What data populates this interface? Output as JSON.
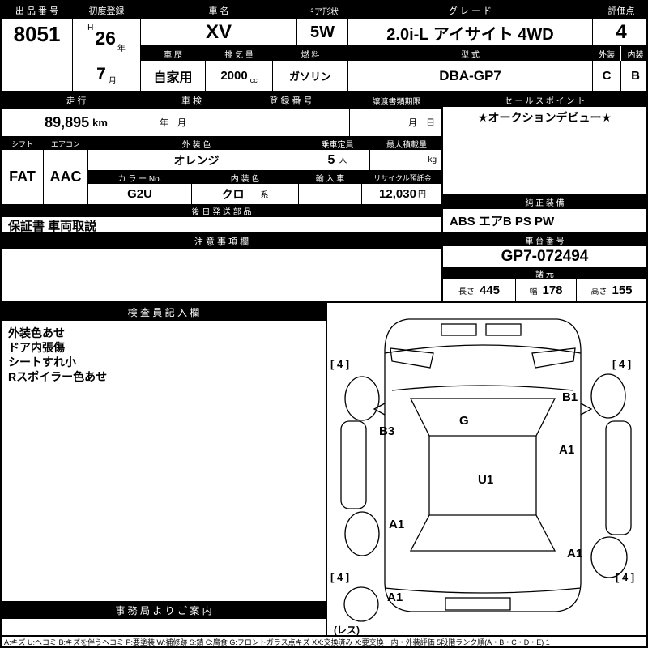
{
  "colors": {
    "header_bg": "#000000",
    "header_fg": "#ffffff",
    "line": "#000000",
    "paper": "#ffffff"
  },
  "top": {
    "lot_label": "出 品 番 号",
    "lot_value": "8051",
    "first_reg_label": "初度登録",
    "era": "H",
    "year": "26",
    "year_unit": "年",
    "month": "7",
    "month_unit": "月",
    "car_name_label": "車 名",
    "car_name": "XV",
    "door_label": "ドア形状",
    "door_value": "5W",
    "grade_label": "グ レ ー ド",
    "grade_value": "2.0i-L アイサイト 4WD",
    "score_label": "評価点",
    "score_value": "4",
    "history_label": "車 歴",
    "history_value": "自家用",
    "displacement_label": "排 気 量",
    "displacement_value": "2000",
    "displacement_unit": "cc",
    "fuel_label": "燃 料",
    "fuel_value": "ガソリン",
    "model_label": "型 式",
    "model_value": "DBA-GP7",
    "exterior_label": "外装",
    "interior_label": "内装",
    "exterior_grade": "C",
    "interior_grade": "B"
  },
  "mid": {
    "mileage_label": "走 行",
    "mileage_value": "89,895",
    "mileage_unit": "km",
    "inspection_label": "車 検",
    "inspection_value": "年　月",
    "registration_label": "登 録 番 号",
    "transfer_label": "譲渡書類期限",
    "transfer_value": "月　日",
    "shift_label": "シフト",
    "shift_value": "FAT",
    "ac_label": "エアコン",
    "ac_value": "AAC",
    "ext_color_label": "外 装 色",
    "ext_color_value": "オレンジ",
    "capacity_label": "乗車定員",
    "capacity_value": "5",
    "capacity_unit": "人",
    "max_load_label": "最大積載量",
    "max_load_unit": "kg",
    "color_no_label": "カ ラ ー No.",
    "color_no_value": "G2U",
    "int_color_label": "内 装 色",
    "int_color_value": "クロ",
    "int_color_unit": "系",
    "import_label": "輸 入 車",
    "recycle_label": "リサイクル預託金",
    "recycle_value": "12,030",
    "recycle_unit": "円",
    "later_parts_label": "後 日 発 送 部 品",
    "later_parts_value": "保証書 車両取説"
  },
  "right": {
    "sales_point_label": "セ ー ル ス ポ イ ン ト",
    "sales_point": "★オークションデビュー★",
    "genuine_label": "純 正 装 備",
    "genuine_value": "ABS エアB PS PW",
    "chassis_label": "車 台 番 号",
    "chassis_value": "GP7-072494",
    "spec_label": "諸 元",
    "length_label": "長さ",
    "length_value": "445",
    "width_label": "幅",
    "width_value": "178",
    "height_label": "高さ",
    "height_value": "155"
  },
  "caution_label": "注 意 事 項 欄",
  "inspector": {
    "header": "検 査 員 記 入 欄",
    "lines": [
      "外装色あせ",
      "ドア内張傷",
      "シートすれ小",
      "Rスポイラー色あせ"
    ],
    "office_header": "事 務 局 よ り ご 案 内"
  },
  "diagram": {
    "marks": [
      {
        "id": "tire-front-left",
        "text": "[ 4 ]"
      },
      {
        "id": "tire-front-right",
        "text": "[ 4 ]"
      },
      {
        "id": "b1-right-front-fender",
        "text": "B1"
      },
      {
        "id": "b3-left-front",
        "text": "B3"
      },
      {
        "id": "g-windshield",
        "text": "G"
      },
      {
        "id": "a1-right-front-door",
        "text": "A1"
      },
      {
        "id": "u1-roof",
        "text": "U1"
      },
      {
        "id": "a1-left-rear-door",
        "text": "A1"
      },
      {
        "id": "tire-rear-left",
        "text": "[ 4 ]"
      },
      {
        "id": "a1-right-rear-fender",
        "text": "A1"
      },
      {
        "id": "tire-rear-right",
        "text": "[ 4 ]"
      },
      {
        "id": "a1-rear",
        "text": "A1"
      },
      {
        "id": "spare-tire",
        "text": "(レス)"
      }
    ]
  },
  "legend": "A:キズ U:ヘコミ B:キズを伴うヘコミ P:要塗装 W:補修跡 S:錆 C:腐食 G:フロントガラス点キズ XX:交換済み X:要交換　内・外装評価 5段階ランク順(A・B・C・D・E) 1"
}
